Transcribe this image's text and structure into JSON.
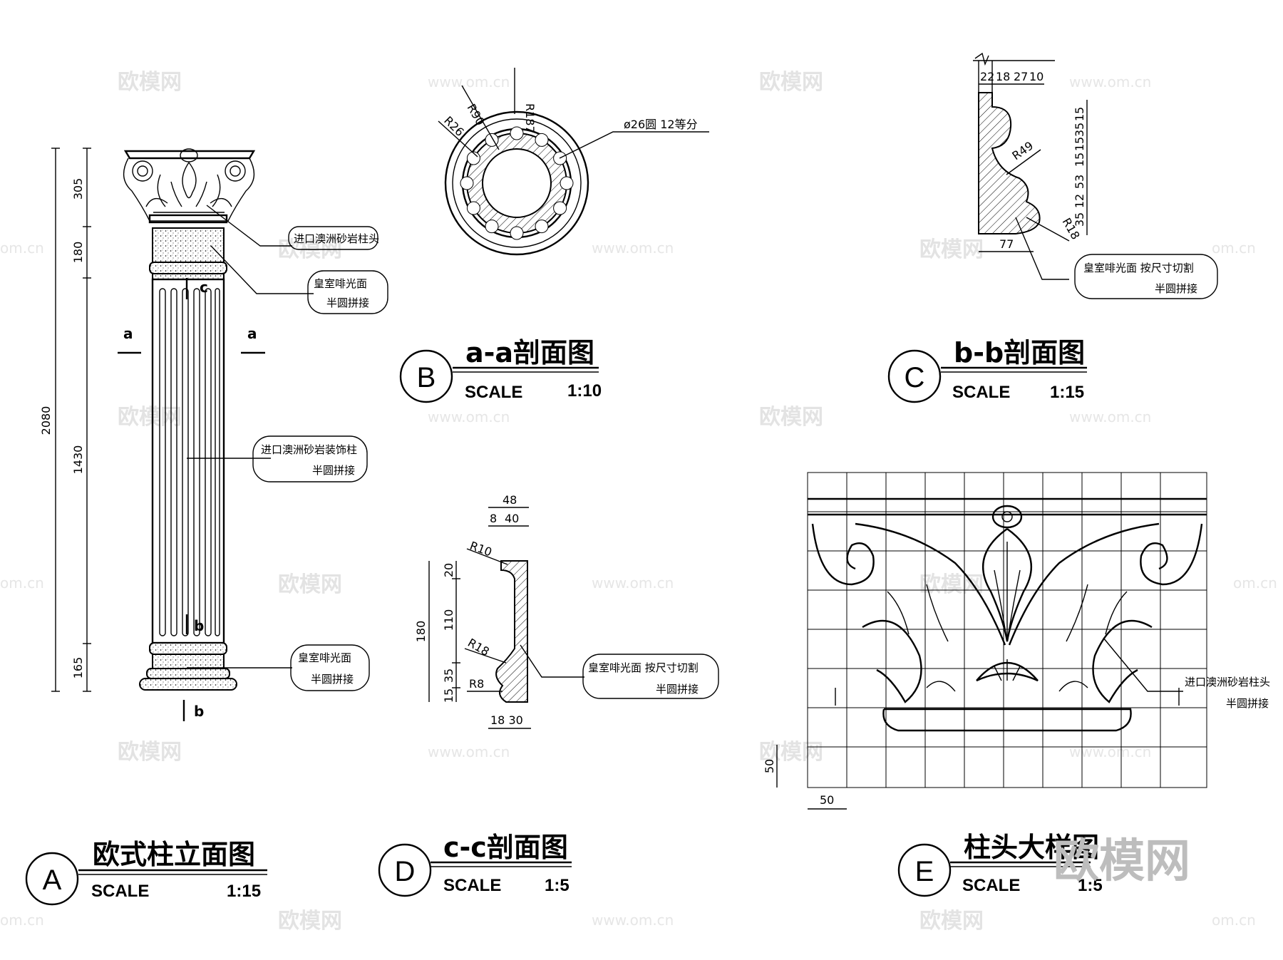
{
  "watermark": {
    "brand": "欧模网",
    "site": "www.om.cn",
    "site_short": "om.cn"
  },
  "view_A": {
    "letter": "A",
    "title": "欧式柱立面图",
    "scale_label": "SCALE",
    "scale_value": "1:15",
    "dims": {
      "total": "2080",
      "capital": "305",
      "upper_band": "180",
      "shaft": "1430",
      "base": "165"
    },
    "section_marks": {
      "a": "a",
      "b": "b",
      "c": "c"
    },
    "notes": {
      "capital": [
        "进口澳洲砂岩柱头"
      ],
      "band": [
        "皇室啡光面",
        "半圆拼接"
      ],
      "shaft": [
        "进口澳洲砂岩装饰柱",
        "半圆拼接"
      ],
      "base": [
        "皇室啡光面",
        "半圆拼接"
      ]
    }
  },
  "view_B": {
    "letter": "B",
    "title": "a-a剖面图",
    "scale_label": "SCALE",
    "scale_value": "1:10",
    "dims": {
      "r_outer": "R187",
      "r_mid": "R90",
      "r_small": "R26",
      "flute": "ø26圆  12等分"
    }
  },
  "view_C": {
    "letter": "C",
    "title": "b-b剖面图",
    "scale_label": "SCALE",
    "scale_value": "1:15",
    "dims": {
      "top": [
        "22",
        "18",
        "27",
        "10"
      ],
      "right": [
        "15",
        "35",
        "15",
        "15",
        "53",
        "12",
        "35"
      ],
      "r_large": "R49",
      "r_small": "R18",
      "width": "77"
    },
    "notes": [
      "皇室啡光面  按尺寸切割",
      "半圆拼接"
    ]
  },
  "view_D": {
    "letter": "D",
    "title": "c-c剖面图",
    "scale_label": "SCALE",
    "scale_value": "1:5",
    "dims": {
      "top": "48",
      "top_a": "8",
      "top_b": "40",
      "r_top": "R10",
      "r_mid": "R18",
      "r_low": "R8",
      "left_total": "180",
      "left": [
        "20",
        "110",
        "35",
        "15"
      ],
      "bottom": "18 30"
    },
    "notes": [
      "皇室啡光面  按尺寸切割",
      "半圆拼接"
    ]
  },
  "view_E": {
    "letter": "E",
    "title": "柱头大样图",
    "scale_label": "SCALE",
    "scale_value": "1:5",
    "dims": {
      "grid_v": "50",
      "grid_h": "50"
    },
    "notes": [
      "进口澳洲砂岩柱头",
      "半圆拼接"
    ]
  }
}
